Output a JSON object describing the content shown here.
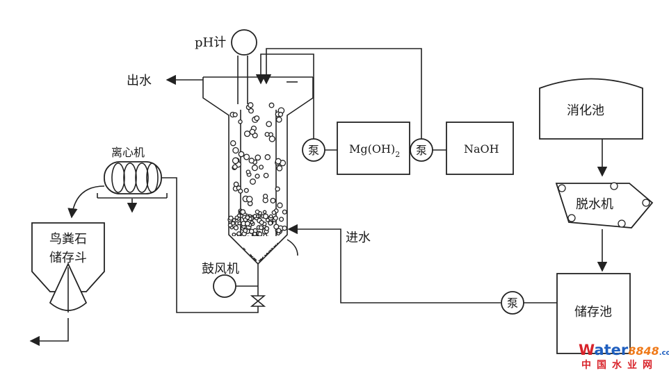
{
  "labels": {
    "ph_meter": "pH计",
    "outlet": "出水",
    "mgoh2_main": "Mg(OH)",
    "mgoh2_sub": "2",
    "naoh": "NaOH",
    "pump": "泵",
    "centrifuge": "离心机",
    "struvite_bin_line1": "鸟粪石",
    "struvite_bin_line2": "储存斗",
    "inlet": "进水",
    "blower": "鼓风机",
    "digester": "消化池",
    "dewatering": "脱水机",
    "storage_tank": "储存池"
  },
  "watermark": {
    "brand_prefix": "W",
    "brand_rest": "ater",
    "brand_number": "8848",
    "brand_suffix": ".com",
    "subtitle": "中国水业网",
    "colors": {
      "blue": "#1f5fbf",
      "orange": "#ef7a1a",
      "red": "#d8232a"
    }
  }
}
